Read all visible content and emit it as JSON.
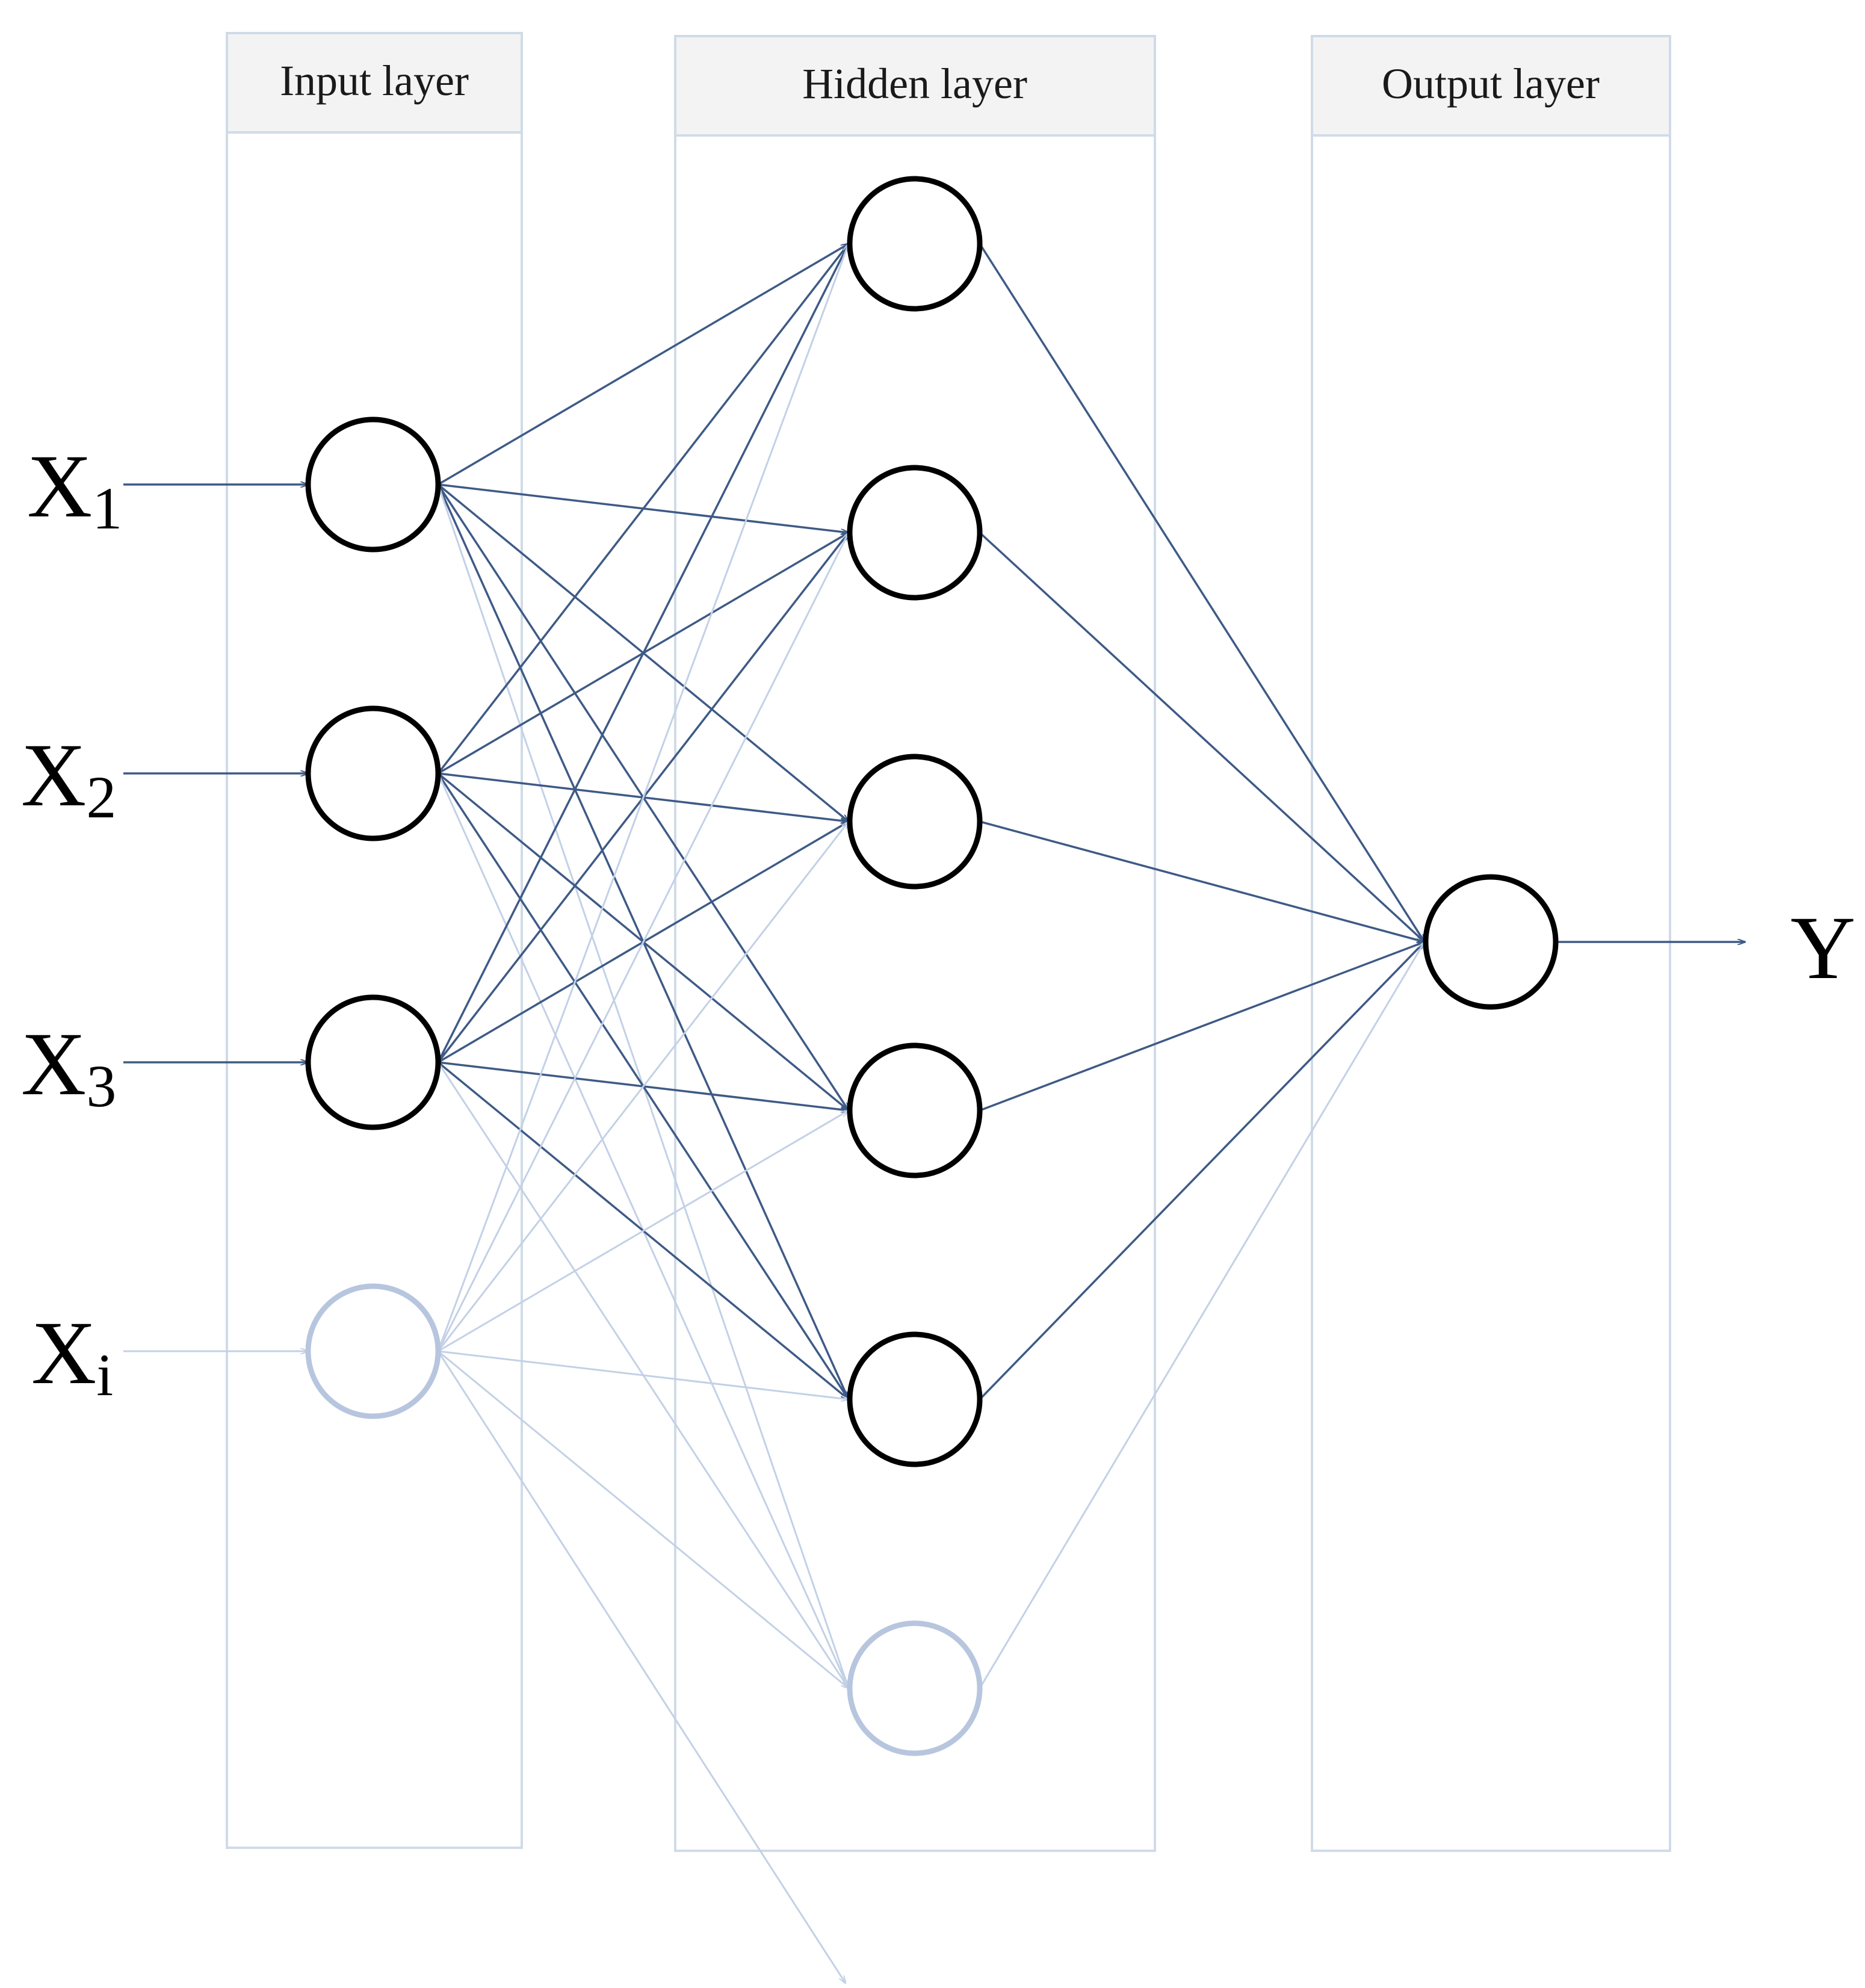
{
  "layers": [
    {
      "id": "input",
      "label": "Input layer"
    },
    {
      "id": "hidden",
      "label": "Hidden layer"
    },
    {
      "id": "output",
      "label": "Output layer"
    }
  ],
  "inputs": [
    {
      "base": "X",
      "sub": "1",
      "faded": false
    },
    {
      "base": "X",
      "sub": "2",
      "faded": false
    },
    {
      "base": "X",
      "sub": "3",
      "faded": false
    },
    {
      "base": "X",
      "sub": "i",
      "faded": true
    }
  ],
  "hidden_nodes": [
    {
      "faded": false
    },
    {
      "faded": false
    },
    {
      "faded": false
    },
    {
      "faded": false
    },
    {
      "faded": false
    },
    {
      "faded": true
    }
  ],
  "output": {
    "label": "Y"
  },
  "colors": {
    "edge": "#3e5a86",
    "edge_faded": "#c3d1e6",
    "node_stroke": "#000000",
    "node_faded": "#b7c6de",
    "panel_border": "#d0dbe8",
    "header_fill": "#f3f3f3"
  }
}
